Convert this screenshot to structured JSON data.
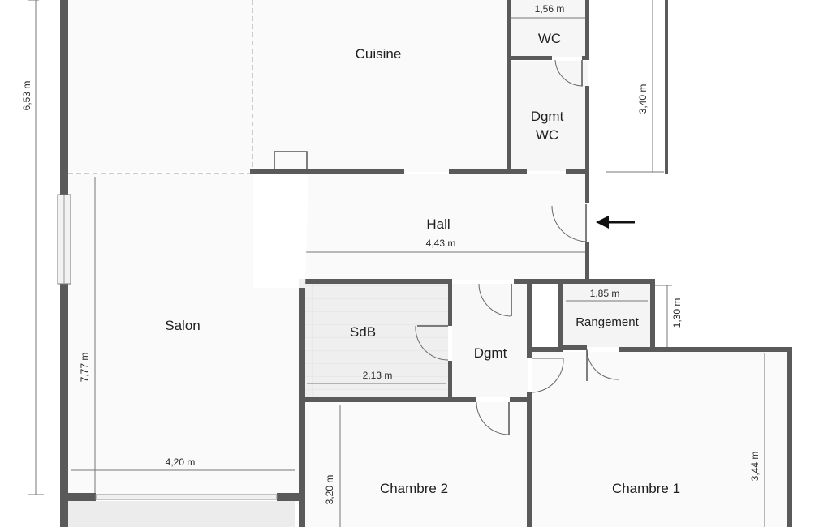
{
  "rooms": {
    "cuisine": "Cuisine",
    "wc": "WC",
    "dgmt_wc_line1": "Dgmt",
    "dgmt_wc_line2": "WC",
    "hall": "Hall",
    "salon": "Salon",
    "sdb": "SdB",
    "dgmt": "Dgmt",
    "rangement": "Rangement",
    "chambre2": "Chambre 2",
    "chambre1": "Chambre 1"
  },
  "dimensions": {
    "wc_width": "1,56 m",
    "cuisine_height": "3,40 m",
    "overall_height": "6,53 m",
    "hall_width": "4,43 m",
    "salon_height": "7,77 m",
    "salon_width": "4,20 m",
    "sdb_width": "2,13 m",
    "rangement_width": "1,85 m",
    "rangement_height": "1,30 m",
    "chambre2_height": "3,20 m",
    "chambre1_height": "3,44 m"
  },
  "colors": {
    "wall": "#5a5a5a",
    "floor": "#fafafa",
    "tiled_floor": "#eeeeee"
  },
  "entrance_icon": "arrow-left-icon"
}
